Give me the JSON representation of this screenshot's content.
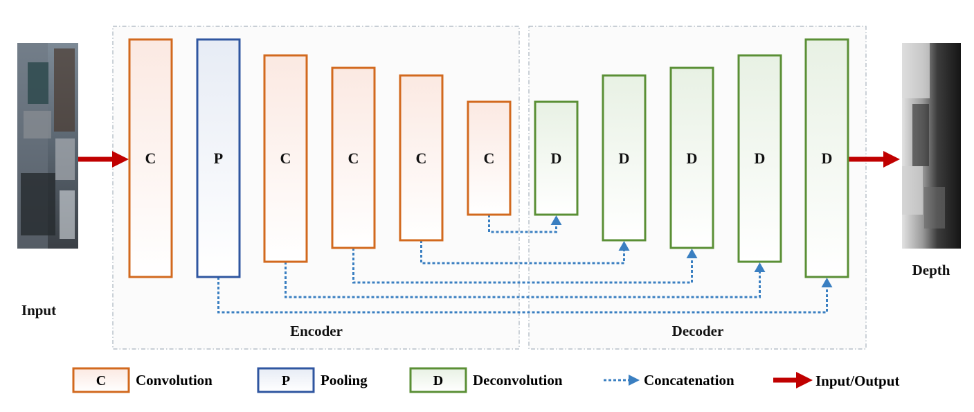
{
  "input_label": "Input",
  "output_label": "Depth",
  "sections": {
    "encoder": "Encoder",
    "decoder": "Decoder"
  },
  "blocks": [
    {
      "id": "enc1",
      "letter": "C",
      "kind": "conv"
    },
    {
      "id": "enc2",
      "letter": "P",
      "kind": "pool"
    },
    {
      "id": "enc3",
      "letter": "C",
      "kind": "conv"
    },
    {
      "id": "enc4",
      "letter": "C",
      "kind": "conv"
    },
    {
      "id": "enc5",
      "letter": "C",
      "kind": "conv"
    },
    {
      "id": "enc6",
      "letter": "C",
      "kind": "conv"
    },
    {
      "id": "dec1",
      "letter": "D",
      "kind": "deconv"
    },
    {
      "id": "dec2",
      "letter": "D",
      "kind": "deconv"
    },
    {
      "id": "dec3",
      "letter": "D",
      "kind": "deconv"
    },
    {
      "id": "dec4",
      "letter": "D",
      "kind": "deconv"
    },
    {
      "id": "dec5",
      "letter": "D",
      "kind": "deconv"
    }
  ],
  "skip_connections": [
    {
      "from": "enc6",
      "to": "dec1"
    },
    {
      "from": "enc5",
      "to": "dec2"
    },
    {
      "from": "enc4",
      "to": "dec3"
    },
    {
      "from": "enc3",
      "to": "dec4"
    },
    {
      "from": "enc2",
      "to": "dec5"
    }
  ],
  "legend": {
    "conv": {
      "letter": "C",
      "label": "Convolution"
    },
    "pool": {
      "letter": "P",
      "label": "Pooling"
    },
    "deconv": {
      "letter": "D",
      "label": "Deconvolution"
    },
    "concat": {
      "label": "Concatenation"
    },
    "io": {
      "label": "Input/Output"
    }
  },
  "colors": {
    "conv": "#d2691e",
    "pool": "#2f56a0",
    "deconv": "#5a8f35",
    "concat": "#3a7fc1",
    "io": "#c00000",
    "frame": "#a9b4be"
  }
}
